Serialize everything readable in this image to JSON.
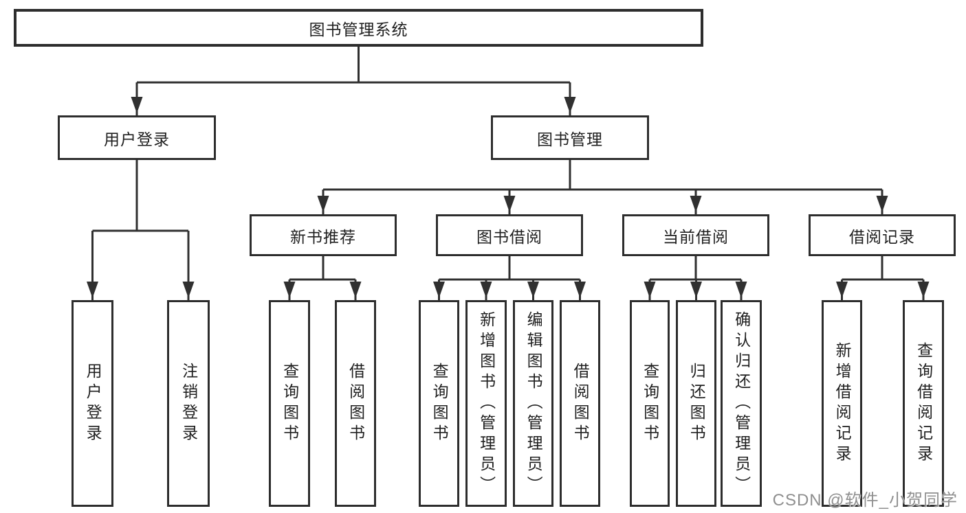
{
  "diagram_type": "hierarchy-tree",
  "tree": {
    "label": "图书管理系统",
    "children": [
      {
        "label": "用户登录",
        "children": [
          {
            "label": "用户登录"
          },
          {
            "label": "注销登录"
          }
        ]
      },
      {
        "label": "图书管理",
        "children": [
          {
            "label": "新书推荐",
            "children": [
              {
                "label": "查询图书"
              },
              {
                "label": "借阅图书"
              }
            ]
          },
          {
            "label": "图书借阅",
            "children": [
              {
                "label": "查询图书"
              },
              {
                "label": "新增图书（管理员）"
              },
              {
                "label": "编辑图书（管理员）"
              },
              {
                "label": "借阅图书"
              }
            ]
          },
          {
            "label": "当前借阅",
            "children": [
              {
                "label": "查询图书"
              },
              {
                "label": "归还图书"
              },
              {
                "label": "确认归还（管理员）"
              }
            ]
          },
          {
            "label": "借阅记录",
            "children": [
              {
                "label": "新增借阅记录"
              },
              {
                "label": "查询借阅记录"
              }
            ]
          }
        ]
      }
    ]
  },
  "watermark": {
    "text": "CSDN @软件_小贺同学"
  },
  "colors": {
    "line": "#303030",
    "border": "#2d2d2d",
    "text": "#1f1f1f",
    "background": "#ffffff",
    "watermark": "#8f8f8f"
  }
}
